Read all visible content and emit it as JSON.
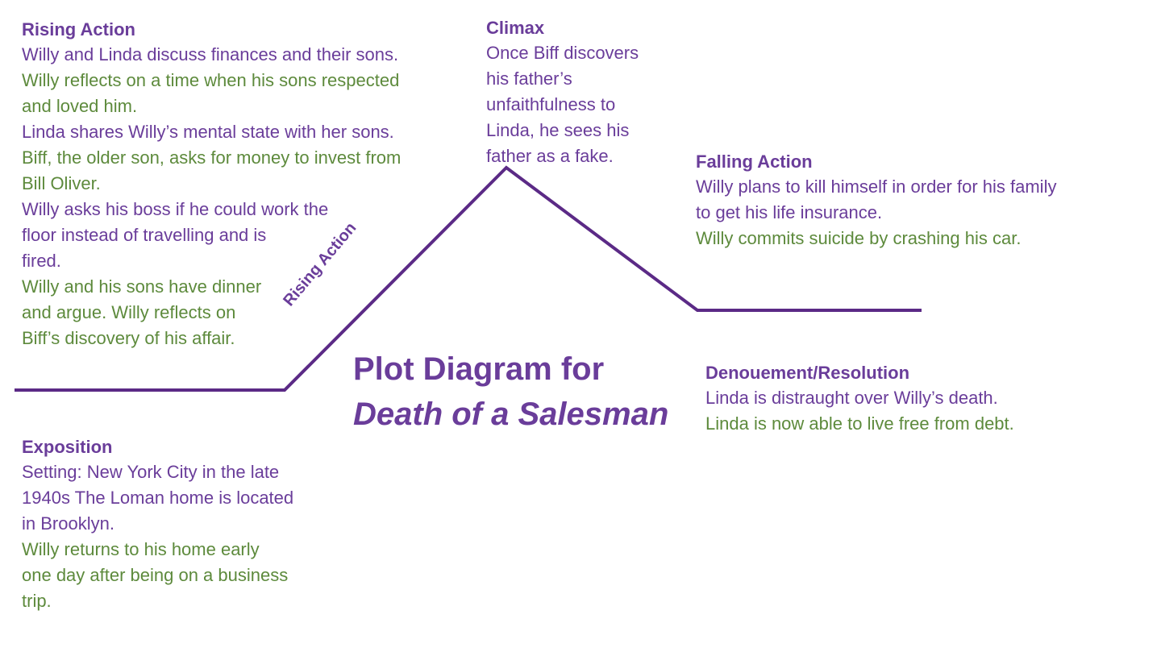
{
  "title": {
    "line1": "Plot Diagram for",
    "line2": "Death of a Salesman"
  },
  "slope_label": "Rising Action",
  "colors": {
    "purple": "#6a3d9a",
    "green": "#5d8a3c",
    "line": "#5b2a86"
  },
  "rising_action": {
    "heading": "Rising Action",
    "lines": [
      "Willy and Linda discuss finances and their sons.",
      "Willy reflects on a time when his sons respected",
      "and loved him.",
      "Linda shares Willy’s mental state with her sons.",
      "Biff, the older son, asks for money to invest from",
      "Bill Oliver.",
      "Willy asks his boss if he could work the",
      "floor instead of travelling and is",
      "fired.",
      "Willy and his sons have dinner",
      "and argue. Willy reflects on",
      "Biff’s discovery of his affair."
    ]
  },
  "climax": {
    "heading": "Climax",
    "lines": [
      "Once Biff discovers",
      "his father’s",
      "unfaithfulness to",
      "Linda, he sees his",
      "father as a fake."
    ]
  },
  "falling_action": {
    "heading": "Falling Action",
    "lines": [
      "Willy plans to kill himself in order for his family",
      "to get his life insurance.",
      "Willy commits suicide by crashing his car."
    ]
  },
  "denouement": {
    "heading": "Denouement/Resolution",
    "lines": [
      "Linda is distraught over Willy’s death.",
      "Linda is now able to live free from debt."
    ]
  },
  "exposition": {
    "heading": "Exposition",
    "lines": [
      "Setting:  New York City in the late",
      "1940s The Loman home is located",
      "in Brooklyn.",
      "Willy returns to his home early",
      "one day after being on a business",
      "trip."
    ]
  }
}
